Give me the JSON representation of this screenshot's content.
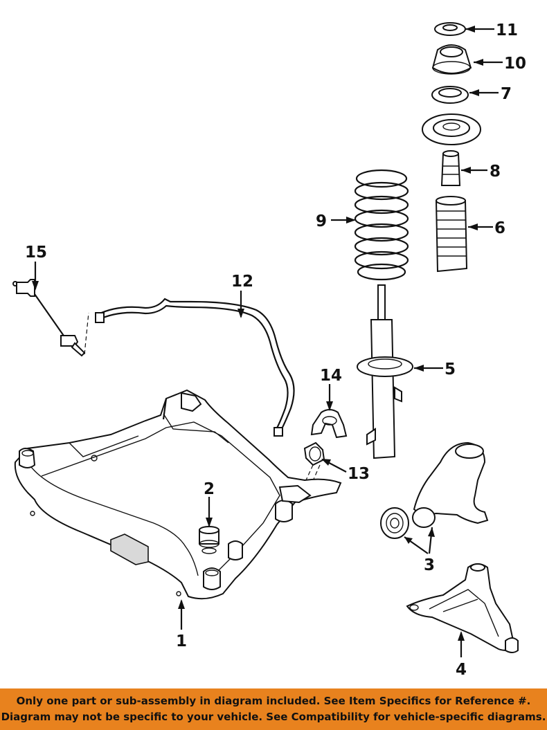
{
  "callouts": {
    "c1": "1",
    "c2": "2",
    "c3": "3",
    "c4": "4",
    "c5": "5",
    "c6": "6",
    "c7": "7",
    "c8": "8",
    "c9": "9",
    "c10": "10",
    "c11": "11",
    "c12": "12",
    "c13": "13",
    "c14": "14",
    "c15": "15"
  },
  "banner": {
    "line1": "Only one part or sub-assembly in diagram included. See Item Specifics for Reference #.",
    "line2": "Diagram may not be specific to your vehicle. See Compatibility for vehicle-specific diagrams."
  },
  "colors": {
    "banner_bg": "#e8821e",
    "ink": "#111111"
  }
}
